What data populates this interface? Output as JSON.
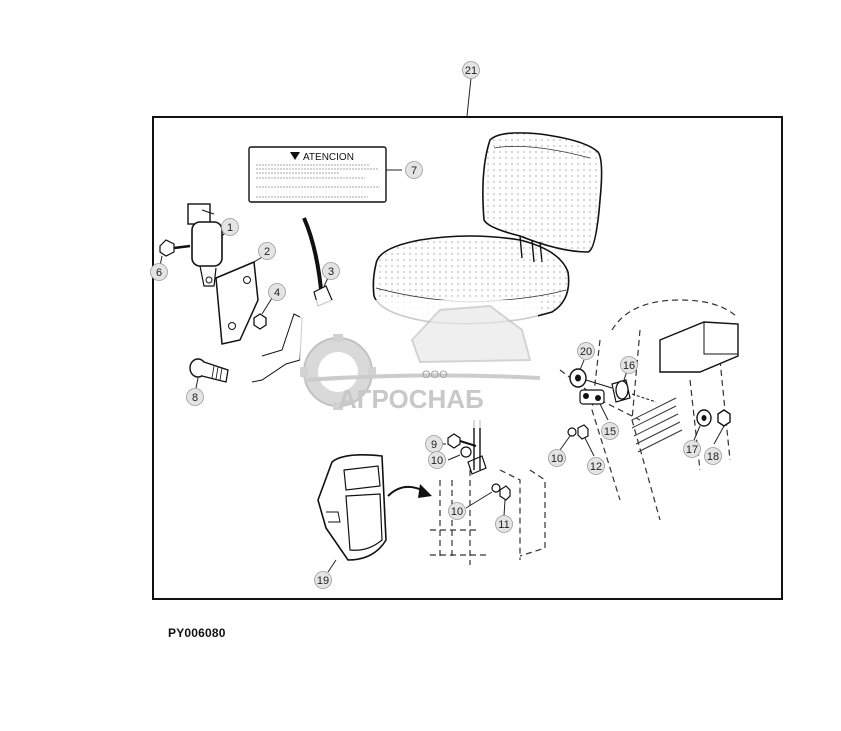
{
  "figure_id": "PY006080",
  "warning_label": {
    "heading": "ATENCION"
  },
  "watermark": {
    "company_prefix": "ООО",
    "company_name": "АГРОСНАБ"
  },
  "callouts": [
    "21",
    "7",
    "1",
    "2",
    "6",
    "3",
    "4",
    "8",
    "20",
    "16",
    "15",
    "17",
    "18",
    "9",
    "10",
    "10",
    "12",
    "10",
    "11",
    "19"
  ]
}
